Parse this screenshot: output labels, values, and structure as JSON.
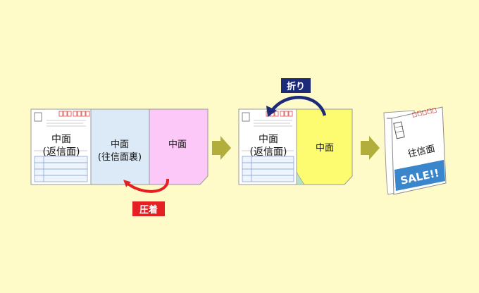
{
  "colors": {
    "background": "#fefbc9",
    "reply_panel": "#ffffff",
    "outgoing_back_panel": "#dce9f6",
    "inner_panel_pink": "#fbc8f8",
    "inner_panel_yellow": "#fdfc71",
    "arrow_olive": "#b2ae3c",
    "press_label_bg": "#e52022",
    "fold_label_bg": "#1d2a7a",
    "sale_banner": "#3a86cc"
  },
  "step1": {
    "reply_panel_line1": "中面",
    "reply_panel_line2": "(返信面)",
    "outgoing_back_line1": "中面",
    "outgoing_back_line2": "(往信面裏)",
    "pink_panel": "中面",
    "press_label": "圧着"
  },
  "step2": {
    "reply_panel_line1": "中面",
    "reply_panel_line2": "(返信面)",
    "yellow_panel": "中面",
    "fold_label": "折り"
  },
  "step3": {
    "outgoing_face": "往信面",
    "sale_text": "SALE!!"
  }
}
